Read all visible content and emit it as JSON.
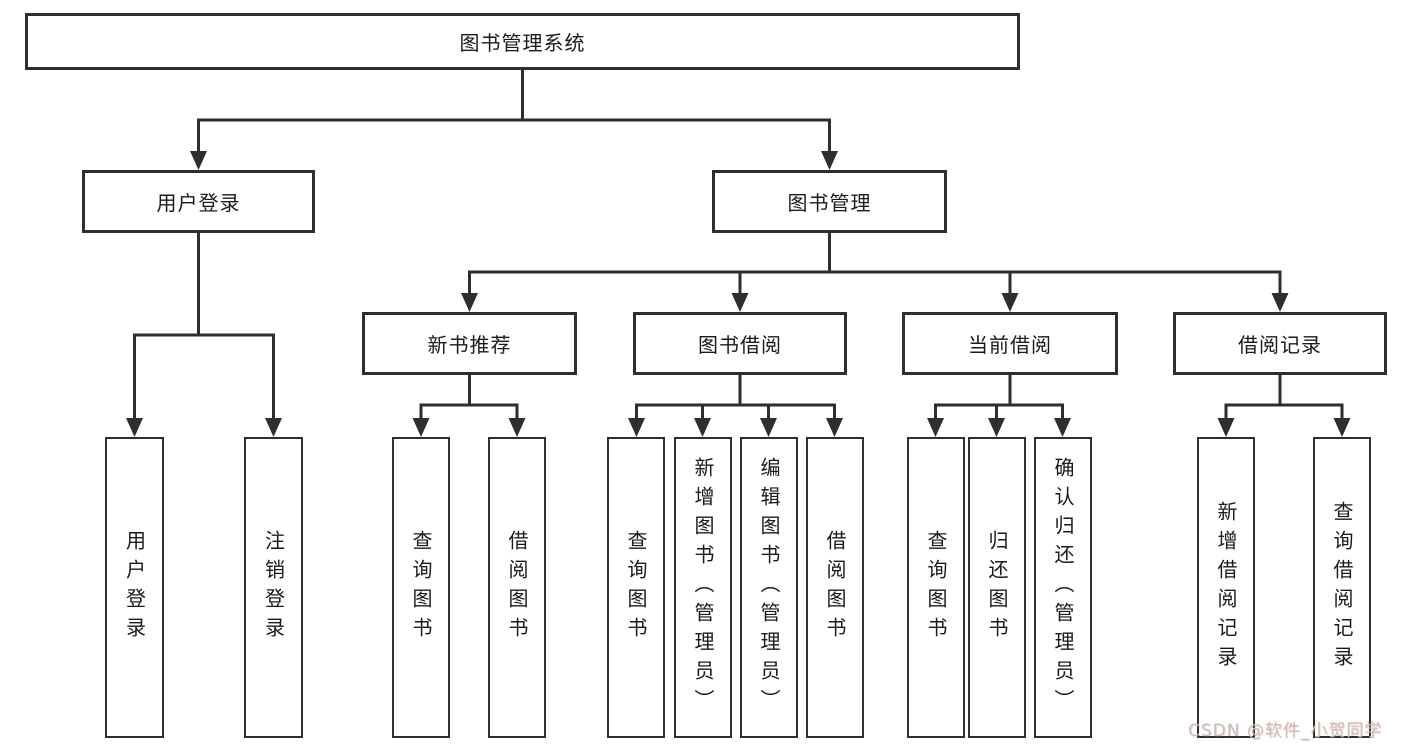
{
  "diagram": {
    "root": {
      "label": "图书管理系统",
      "children": [
        {
          "label": "用户登录",
          "children": [
            {
              "label": "用户登录"
            },
            {
              "label": "注销登录"
            }
          ]
        },
        {
          "label": "图书管理",
          "children": [
            {
              "label": "新书推荐",
              "children": [
                {
                  "label": "查询图书"
                },
                {
                  "label": "借阅图书"
                }
              ]
            },
            {
              "label": "图书借阅",
              "children": [
                {
                  "label": "查询图书"
                },
                {
                  "label": "新增图书（管理员）"
                },
                {
                  "label": "编辑图书（管理员）"
                },
                {
                  "label": "借阅图书"
                }
              ]
            },
            {
              "label": "当前借阅",
              "children": [
                {
                  "label": "查询图书"
                },
                {
                  "label": "归还图书"
                },
                {
                  "label": "确认归还（管理员）"
                }
              ]
            },
            {
              "label": "借阅记录",
              "children": [
                {
                  "label": "新增借阅记录"
                },
                {
                  "label": "查询借阅记录"
                }
              ]
            }
          ]
        }
      ]
    },
    "colors": {
      "line": "#2e2e2e",
      "box_background": "#ffffff",
      "text": "#1a1a1a",
      "watermark": "#c2c2c2"
    },
    "watermark": "CSDN @软件_小贺同学"
  }
}
